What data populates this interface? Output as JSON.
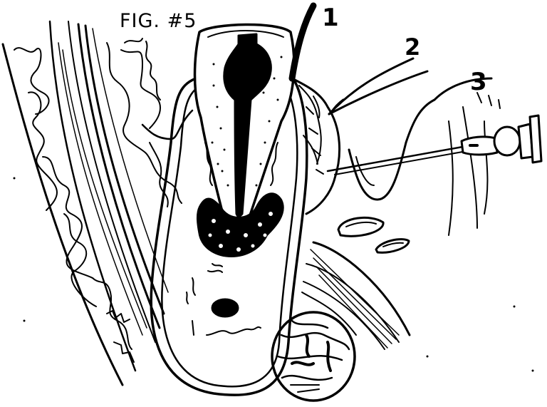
{
  "figure": {
    "title": "FIG. #5",
    "labels": [
      "1",
      "2",
      "3"
    ]
  },
  "colors": {
    "ink": "#000000",
    "paper": "#ffffff"
  }
}
